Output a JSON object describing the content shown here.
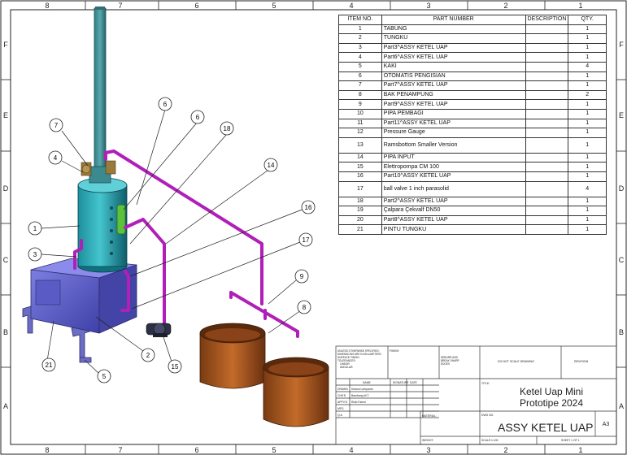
{
  "zones": {
    "top": [
      "8",
      "7",
      "6",
      "5",
      "4",
      "3",
      "2",
      "1"
    ],
    "bottom": [
      "8",
      "7",
      "6",
      "5",
      "4",
      "3",
      "2",
      "1"
    ],
    "left": [
      "F",
      "E",
      "D",
      "C",
      "B",
      "A"
    ],
    "right": [
      "F",
      "E",
      "D",
      "C",
      "B",
      "A"
    ]
  },
  "bom": {
    "headers": [
      "ITEM NO.",
      "PART NUMBER",
      "DESCRIPTION",
      "QTY."
    ],
    "rows": [
      {
        "no": "1",
        "part": "TABUNG",
        "qty": "1"
      },
      {
        "no": "2",
        "part": "TUNGKU",
        "qty": "1"
      },
      {
        "no": "3",
        "part": "Part3^ASSY KETEL UAP",
        "qty": "1"
      },
      {
        "no": "4",
        "part": "Part6^ASSY KETEL UAP",
        "qty": "1"
      },
      {
        "no": "5",
        "part": "KAKI",
        "qty": "4"
      },
      {
        "no": "6",
        "part": "OTOMATIS PENGISIAN",
        "qty": "1"
      },
      {
        "no": "7",
        "part": "Part7^ASSY KETEL UAP",
        "qty": "1"
      },
      {
        "no": "8",
        "part": "BAK PENAMPUNG",
        "qty": "2"
      },
      {
        "no": "9",
        "part": "Part9^ASSY KETEL UAP",
        "qty": "1"
      },
      {
        "no": "10",
        "part": "PIPA PEMBAGI",
        "qty": "1"
      },
      {
        "no": "11",
        "part": "Part11^ASSY KETEL UAP",
        "qty": "1"
      },
      {
        "no": "12",
        "part": "Pressure Gauge",
        "qty": "1"
      },
      {
        "no": "13",
        "part": "Ramsbottom Smaller Version",
        "qty": "1"
      },
      {
        "no": "14",
        "part": "PIPA INPUT",
        "qty": "1"
      },
      {
        "no": "15",
        "part": "Elettropompa CM 100",
        "qty": "1"
      },
      {
        "no": "16",
        "part": "Part10^ASSY KETEL UAP",
        "qty": "1"
      },
      {
        "no": "17",
        "part": "ball valve 1 inch parasolid",
        "qty": "4"
      },
      {
        "no": "18",
        "part": "Part2^ASSY KETEL UAP",
        "qty": "1"
      },
      {
        "no": "19",
        "part": "Çalpara Çekvalf DN50",
        "qty": "1"
      },
      {
        "no": "20",
        "part": "Part8^ASSY KETEL UAP",
        "qty": "1"
      },
      {
        "no": "21",
        "part": "PINTU TUNGKU",
        "qty": "1"
      }
    ]
  },
  "balloons": [
    "1",
    "2",
    "3",
    "4",
    "5",
    "6",
    "6",
    "7",
    "8",
    "9",
    "14",
    "15",
    "16",
    "17",
    "18",
    "21"
  ],
  "title_block": {
    "general_notes": [
      "UNLESS OTHERWISE SPECIFIED:",
      "DIMENSIONS ARE IN MILLIMETERS",
      "SURFACE FINISH:",
      "TOLERANCES:",
      "LINEAR:",
      "ANGULAR:"
    ],
    "finish_label": "FINISH:",
    "deburr_label": [
      "DEBURR AND",
      "BREAK SHARP",
      "EDGES"
    ],
    "do_not_scale": "DO NOT SCALE DRAWING",
    "revision_label": "REVISION",
    "col_headers": [
      "NAME",
      "SIGNATURE",
      "DATE"
    ],
    "roles": [
      "DRAWN",
      "CHK'D",
      "APPV'D",
      "MFG",
      "Q.A"
    ],
    "names": [
      "Khairul Luthpanto",
      "Bambang W.T.",
      "Rizki Fahmi"
    ],
    "title_label": "TITLE:",
    "title": [
      "Ketel Uap Mini",
      "Prototipe 2024"
    ],
    "material_label": "MATERIAL:",
    "dwg_label": "DWG NO.",
    "dwg_no": "ASSY KETEL UAP",
    "size": "A3",
    "weight_label": "WEIGHT:",
    "scale": "SCALE:1:100",
    "sheet": "SHEET 1 OF 1"
  }
}
